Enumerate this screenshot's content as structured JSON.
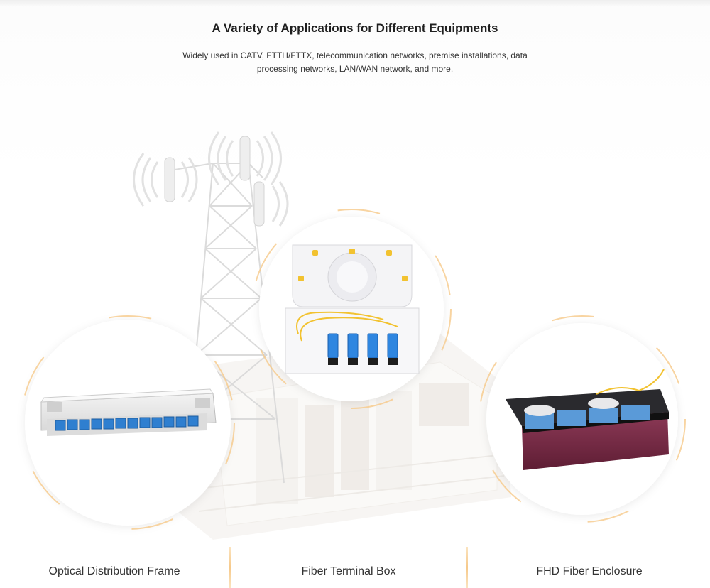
{
  "header": {
    "title": "A Variety of Applications for Different Equipments",
    "subtitle": "Widely used in CATV, FTTH/FTTX, telecommunication networks, premise installations, data processing networks, LAN/WAN network, and more."
  },
  "products": [
    {
      "caption": "Optical Distribution Frame"
    },
    {
      "caption": "Fiber Terminal Box"
    },
    {
      "caption": "FHD Fiber Enclosure"
    }
  ],
  "colors": {
    "accent_ring": "#f6c98a",
    "adapter_blue": "#2f7fd0",
    "enclosure_purple": "#7a2a45"
  }
}
